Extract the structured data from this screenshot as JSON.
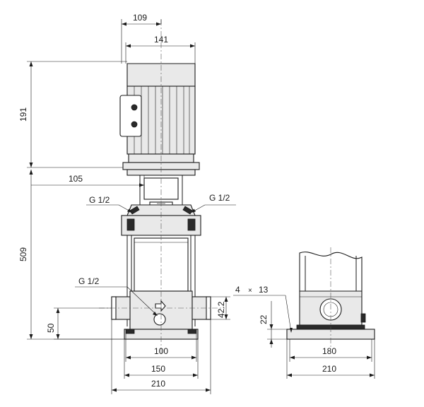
{
  "dimensions": {
    "motor_width_top": "109",
    "motor_width": "141",
    "motor_height": "191",
    "flange_offset": "105",
    "pump_height": "509",
    "vent_left": "G 1/2",
    "vent_right": "G 1/2",
    "drain": "G 1/2",
    "outlet_height": "50",
    "port_height": "42.2",
    "base_100": "100",
    "base_150": "150",
    "base_210_front": "210",
    "holes": "4",
    "holes_x": "×",
    "holes_size": "13",
    "foot_height": "22",
    "side_180": "180",
    "side_210": "210"
  },
  "colors": {
    "line": "#1a1a1a",
    "body_fill": "#e9e9e9",
    "background": "#ffffff"
  }
}
